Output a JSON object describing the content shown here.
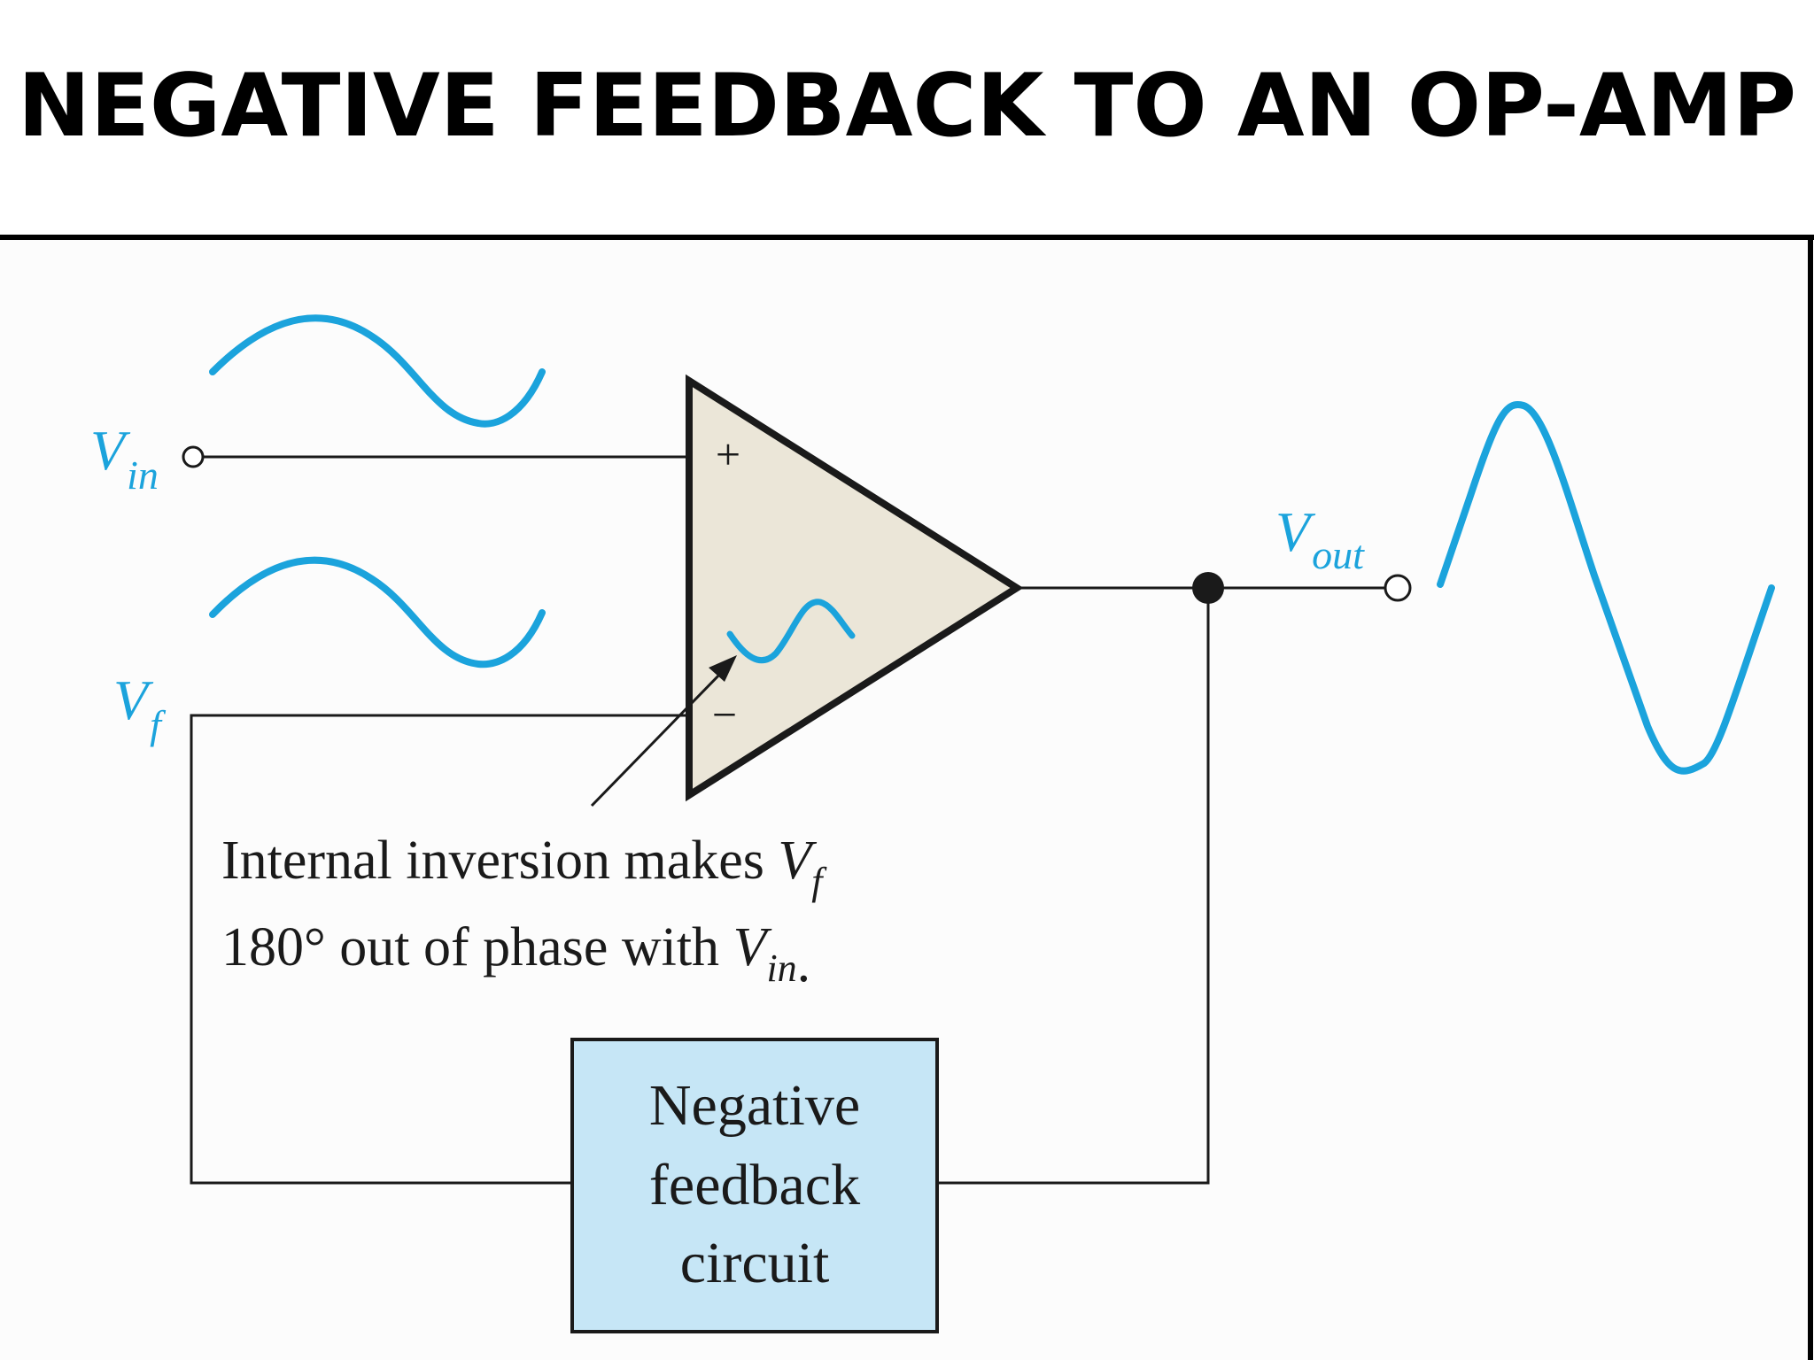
{
  "slide": {
    "title": "NEGATIVE FEEDBACK TO AN OP-AMP"
  },
  "diagram": {
    "labels": {
      "vin_main": "V",
      "vin_sub": "in",
      "vf_main": "V",
      "vf_sub": "f",
      "vout_main": "V",
      "vout_sub": "out",
      "plus_sign": "+",
      "minus_sign": "−"
    },
    "annotation": {
      "line1_text": "Internal inversion makes ",
      "line1_var": "V",
      "line1_sub": "f",
      "line2_text": "180° out of phase with ",
      "line2_var": "V",
      "line2_sub": "in",
      "line2_end": "."
    },
    "feedback_box": {
      "line1": "Negative",
      "line2": "feedback",
      "line3": "circuit"
    },
    "colors": {
      "signal": "#1ba3dc",
      "amp_fill": "#ebe6d8",
      "box_fill": "#c6e6f6",
      "wire": "#1a1a1a",
      "panel_bg": "#fcfcfc"
    }
  }
}
